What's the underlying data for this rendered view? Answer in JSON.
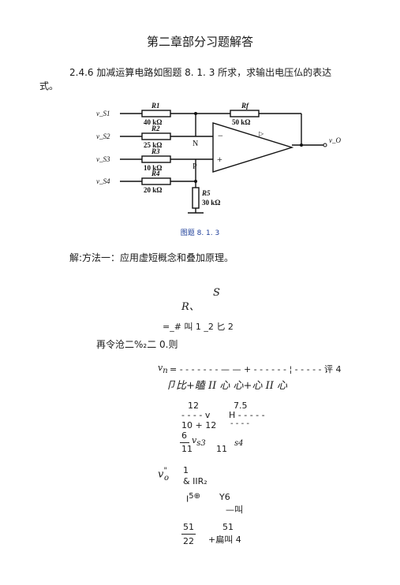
{
  "title": "第二章部分习题解答",
  "problem_text": "2.4.6 加减运算电路如图题 8. 1. 3 所求，求输出电压仏的表达式。",
  "circuit": {
    "inputs": [
      "v_S1",
      "v_S2",
      "v_S3",
      "v_S4"
    ],
    "resistors": [
      {
        "name": "R1",
        "value": "40 kΩ"
      },
      {
        "name": "R2",
        "value": "25 kΩ"
      },
      {
        "name": "R3",
        "value": "10 kΩ"
      },
      {
        "name": "R4",
        "value": "20 kΩ"
      },
      {
        "name": "Rf",
        "value": "50 kΩ"
      },
      {
        "name": "R5",
        "value": "30 kΩ"
      }
    ],
    "node_n": "N",
    "node_p": "P",
    "minus_sign": "−",
    "plus_sign": "+",
    "output": "v_O",
    "opamp_symbol": "▷"
  },
  "figure_caption": "图题 8. 1. 3",
  "solution_intro": "解:方法一：应用虚短概念和叠加原理。",
  "math": {
    "s_char": "S",
    "r_line": "R、",
    "eq1": "=_# 叫 1 _2 匕 2",
    "line2": "再令沧二%₂二 0.则",
    "vn_lhs": "v",
    "vn_sub": "n",
    "vn_eq": "= - - - - - - -   — — + - - - - - - ¦ - - -   - - 评 4",
    "line4": "卩比+瞌 II 心 心+心 II 心",
    "f_12": "12",
    "f_75": "7.5",
    "f_dashes": "- - - -  v",
    "f_h": "H - - - - -",
    "f_10_12": "10 + 12",
    "f_small_dashes": "- -   -  -",
    "f_6": "6",
    "f_11a": "11",
    "f_vs3": "v",
    "f_vs3_sub": "s3",
    "f_11b": "11",
    "f_s4": "s4",
    "vo_v": "v",
    "vo_sub": "o",
    "vo_sup": "\"",
    "vo_1": "1",
    "vo_r2": "& IIR₂",
    "l_left": "I",
    "l_sup": "5⊕",
    "l_y6": "Y6",
    "l_jiao": "—叫",
    "f_51a": "51",
    "f_51b": "51",
    "f_22": "22",
    "f_end": "+扁叫 4"
  }
}
